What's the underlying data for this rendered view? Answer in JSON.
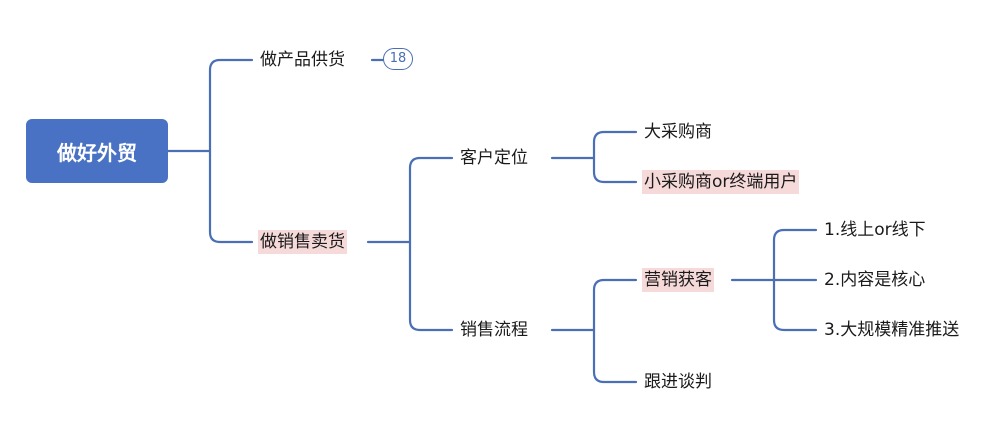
{
  "root": {
    "label": "做好外贸"
  },
  "branches": {
    "supply": {
      "label": "做产品供货",
      "collapsed_count": "18"
    },
    "sales": {
      "label": "做销售卖货",
      "customer": {
        "label": "客户定位",
        "items": [
          "大采购商",
          "小采购商or终端用户"
        ]
      },
      "process": {
        "label": "销售流程",
        "marketing": {
          "label": "营销获客",
          "items": [
            "1.线上or线下",
            "2.内容是核心",
            "3.大规模精准推送"
          ]
        },
        "followup": {
          "label": "跟进谈判"
        }
      }
    }
  },
  "colors": {
    "line": "#4a6fb5",
    "root_fill": "#4a72c4",
    "highlight": "#f6d9d9"
  }
}
